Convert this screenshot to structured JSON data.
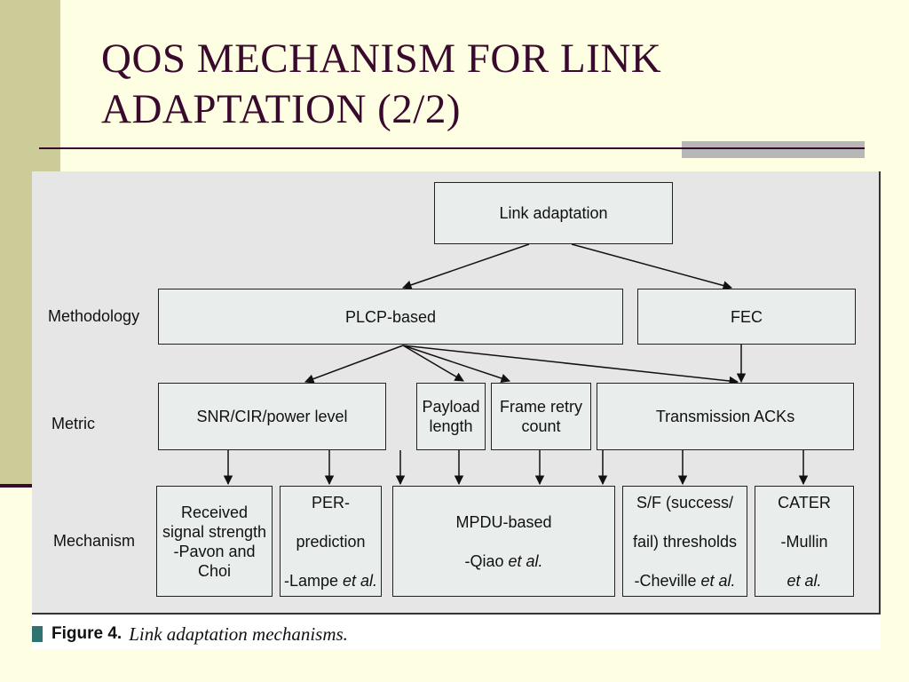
{
  "slide": {
    "title_line1": "QOS MECHANISM FOR LINK",
    "title_line2": "ADAPTATION (2/2)"
  },
  "diagram": {
    "root": "Link adaptation",
    "rows": {
      "methodology": "Methodology",
      "metric": "Metric",
      "mechanism": "Mechanism"
    },
    "methodology": {
      "plcp": "PLCP-based",
      "fec": "FEC"
    },
    "metric": {
      "snr": "SNR/CIR/power level",
      "payload": "Payload\nlength",
      "retry": "Frame retry\ncount",
      "acks": "Transmission ACKs"
    },
    "mechanism": {
      "rss_text": "Received\nsignal strength\n-Pavon and\nChoi",
      "per_line1": "PER-",
      "per_line2": "prediction",
      "per_line3": "-Lampe ",
      "per_etal": "et al.",
      "mpdu_line1": "MPDU-based",
      "mpdu_line2": "-Qiao ",
      "mpdu_etal": "et al.",
      "sf_line1": "S/F (success/",
      "sf_line2": "fail) thresholds",
      "sf_line3": "-Cheville ",
      "sf_etal": "et al.",
      "cater_line1": "CATER",
      "cater_line2": "-Mullin",
      "cater_etal": "et al."
    }
  },
  "caption": {
    "figure_label": "Figure 4.",
    "text": "Link adaptation mechanisms."
  },
  "colors": {
    "title": "#3a0a2e",
    "background": "#fefee2",
    "side_band": "#cccc99",
    "box_fill": "#e9eeed",
    "panel": "#e6e6e6"
  }
}
